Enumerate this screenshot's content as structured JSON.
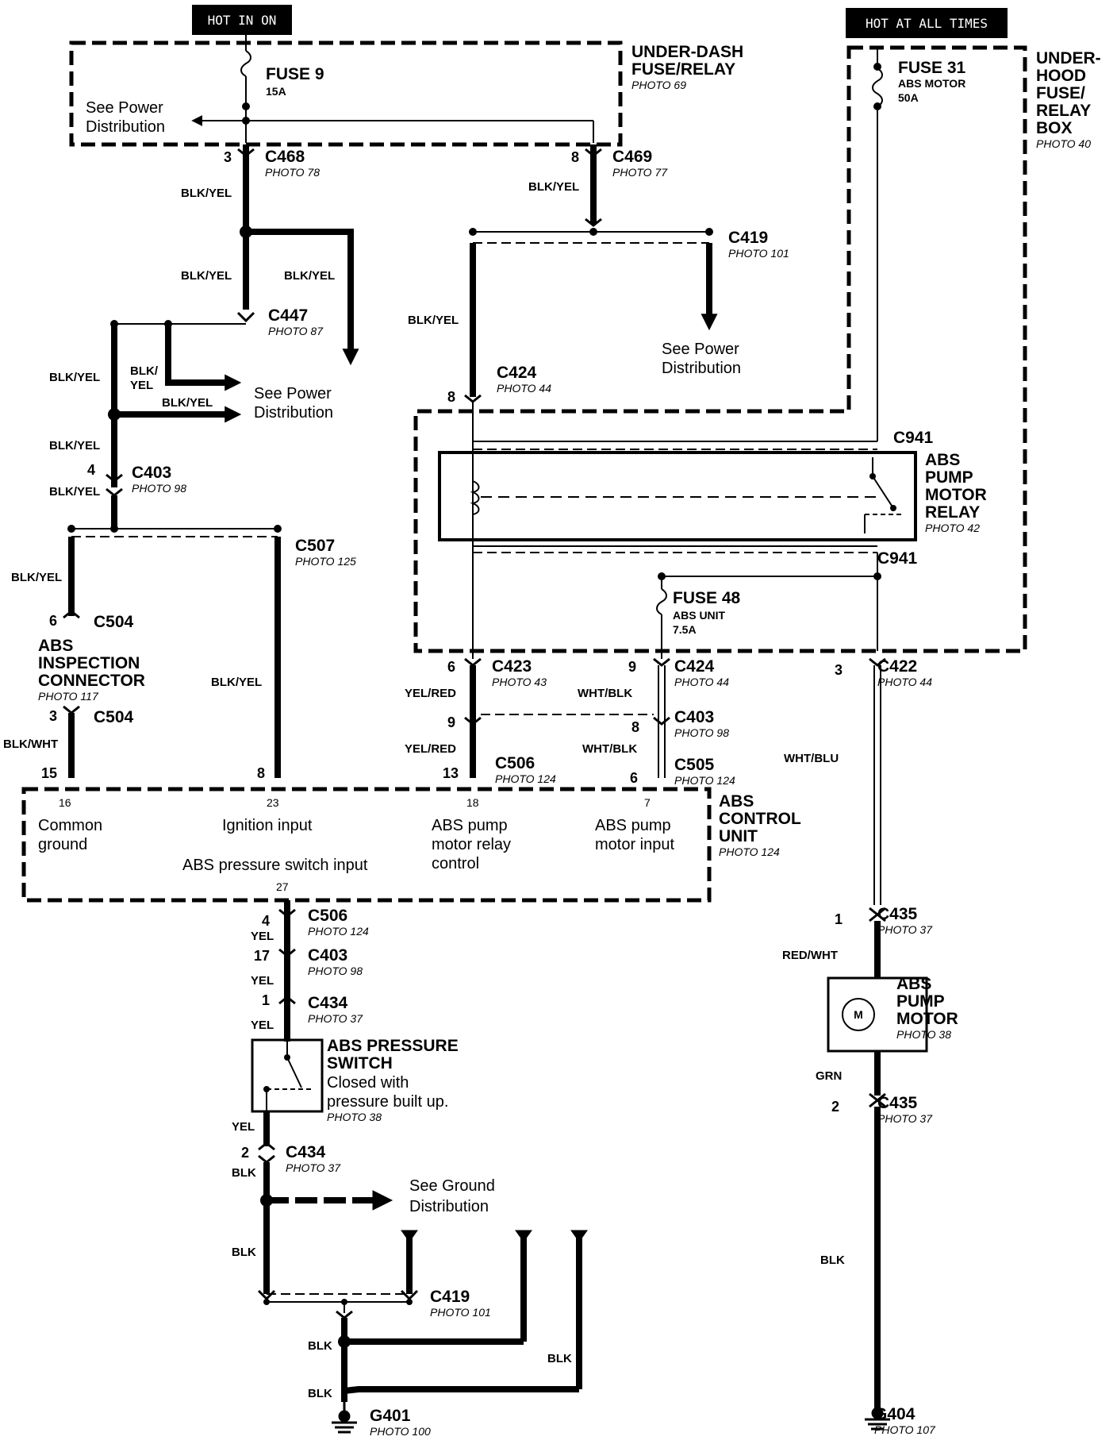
{
  "tags": {
    "hot_in_on": "HOT IN ON",
    "hot_at_all_times": "HOT AT ALL TIMES"
  },
  "underdash": {
    "title1": "UNDER-DASH",
    "title2": "FUSE/RELAY",
    "photo": "PHOTO 69",
    "fuse": "FUSE  9",
    "fuse_rating": "15A",
    "see_power_1": "See Power",
    "see_power_2": "Distribution"
  },
  "underhood": {
    "t1": "UNDER-",
    "t2": "HOOD",
    "t3": "FUSE/",
    "t4": "RELAY",
    "t5": "BOX",
    "photo": "PHOTO 40",
    "fuse31": "FUSE 31",
    "fuse31_desc": "ABS MOTOR",
    "fuse31_rating": "50A",
    "fuse48": "FUSE 48",
    "fuse48_desc": "ABS UNIT",
    "fuse48_rating": "7.5A"
  },
  "relay": {
    "t1": "ABS",
    "t2": "PUMP",
    "t3": "MOTOR",
    "t4": "RELAY",
    "photo": "PHOTO 42"
  },
  "connectors": {
    "c468": "C468",
    "c468_photo": "PHOTO 78",
    "c468_pin": "3",
    "c469": "C469",
    "c469_photo": "PHOTO 77",
    "c469_pin": "8",
    "c447": "C447",
    "c447_photo": "PHOTO 87",
    "c419a": "C419",
    "c419a_photo": "PHOTO 101",
    "c424a": "C424",
    "c424a_photo": "PHOTO 44",
    "c424a_pin": "8",
    "c941a": "C941",
    "c941b": "C941",
    "c403a": "C403",
    "c403a_photo": "PHOTO 98",
    "c403a_pin": "4",
    "c507": "C507",
    "c507_photo": "PHOTO 125",
    "c504a": "C504",
    "c504a_pin": "6",
    "c504b": "C504",
    "c504b_pin": "3",
    "c423": "C423",
    "c423_photo": "PHOTO 43",
    "c423_pin": "6",
    "c424b": "C424",
    "c424b_photo": "PHOTO 44",
    "c424b_pin": "9",
    "c422": "C422",
    "c422_photo": "PHOTO 44",
    "c422_pin": "3",
    "c403b": "C403",
    "c403b_photo": "PHOTO 98",
    "c403b_pin_l": "9",
    "c403b_pin_r": "8",
    "c506a": "C506",
    "c506a_photo": "PHOTO 124",
    "c506a_pin": "13",
    "c505": "C505",
    "c505_photo": "PHOTO 124",
    "c505_pin": "6",
    "c504_pin15": "15",
    "c507_pin8": "8",
    "c506b": "C506",
    "c506b_photo": "PHOTO 124",
    "c506b_pin": "4",
    "c403c": "C403",
    "c403c_photo": "PHOTO 98",
    "c403c_pin": "17",
    "c434a": "C434",
    "c434a_photo": "PHOTO 37",
    "c434a_pin": "1",
    "c434b": "C434",
    "c434b_photo": "PHOTO 37",
    "c434b_pin": "2",
    "c419b": "C419",
    "c419b_photo": "PHOTO 101",
    "c435a": "C435",
    "c435a_photo": "PHOTO 37",
    "c435a_pin": "1",
    "c435b": "C435",
    "c435b_photo": "PHOTO 37",
    "c435b_pin": "2",
    "g401": "G401",
    "g401_photo": "PHOTO 100",
    "g404": "G404",
    "g404_photo": "PHOTO 107"
  },
  "wires": {
    "blk_yel": "BLK/YEL",
    "blk": "BLK/",
    "yel": "YEL",
    "yel_red": "YEL/RED",
    "wht_blk": "WHT/BLK",
    "wht_blu": "WHT/BLU",
    "blk_wht": "BLK/WHT",
    "red_wht": "RED/WHT",
    "grn": "GRN",
    "yel_only": "YEL",
    "blk_only": "BLK"
  },
  "abs_insp": {
    "t1": "ABS",
    "t2": "INSPECTION",
    "t3": "CONNECTOR",
    "photo": "PHOTO 117"
  },
  "ecu": {
    "pin16": "16",
    "pin23": "23",
    "pin18": "18",
    "pin7": "7",
    "pin27": "27",
    "common1": "Common",
    "common2": "ground",
    "ign": "Ignition input",
    "relay1": "ABS pump",
    "relay2": "motor relay",
    "relay3": "control",
    "motor1": "ABS pump",
    "motor2": "motor input",
    "pressure": "ABS pressure switch input",
    "t1": "ABS",
    "t2": "CONTROL",
    "t3": "UNIT",
    "photo": "PHOTO 124"
  },
  "pswitch": {
    "t1": "ABS PRESSURE",
    "t2": "SWITCH",
    "d1": "Closed with",
    "d2": "pressure built up.",
    "photo": "PHOTO 38"
  },
  "pmotor": {
    "t1": "ABS",
    "t2": "PUMP",
    "t3": "MOTOR",
    "photo": "PHOTO 38",
    "m": "M"
  },
  "misc": {
    "see_power_1": "See Power",
    "see_power_2": "Distribution",
    "see_ground_1": "See Ground",
    "see_ground_2": "Distribution"
  }
}
